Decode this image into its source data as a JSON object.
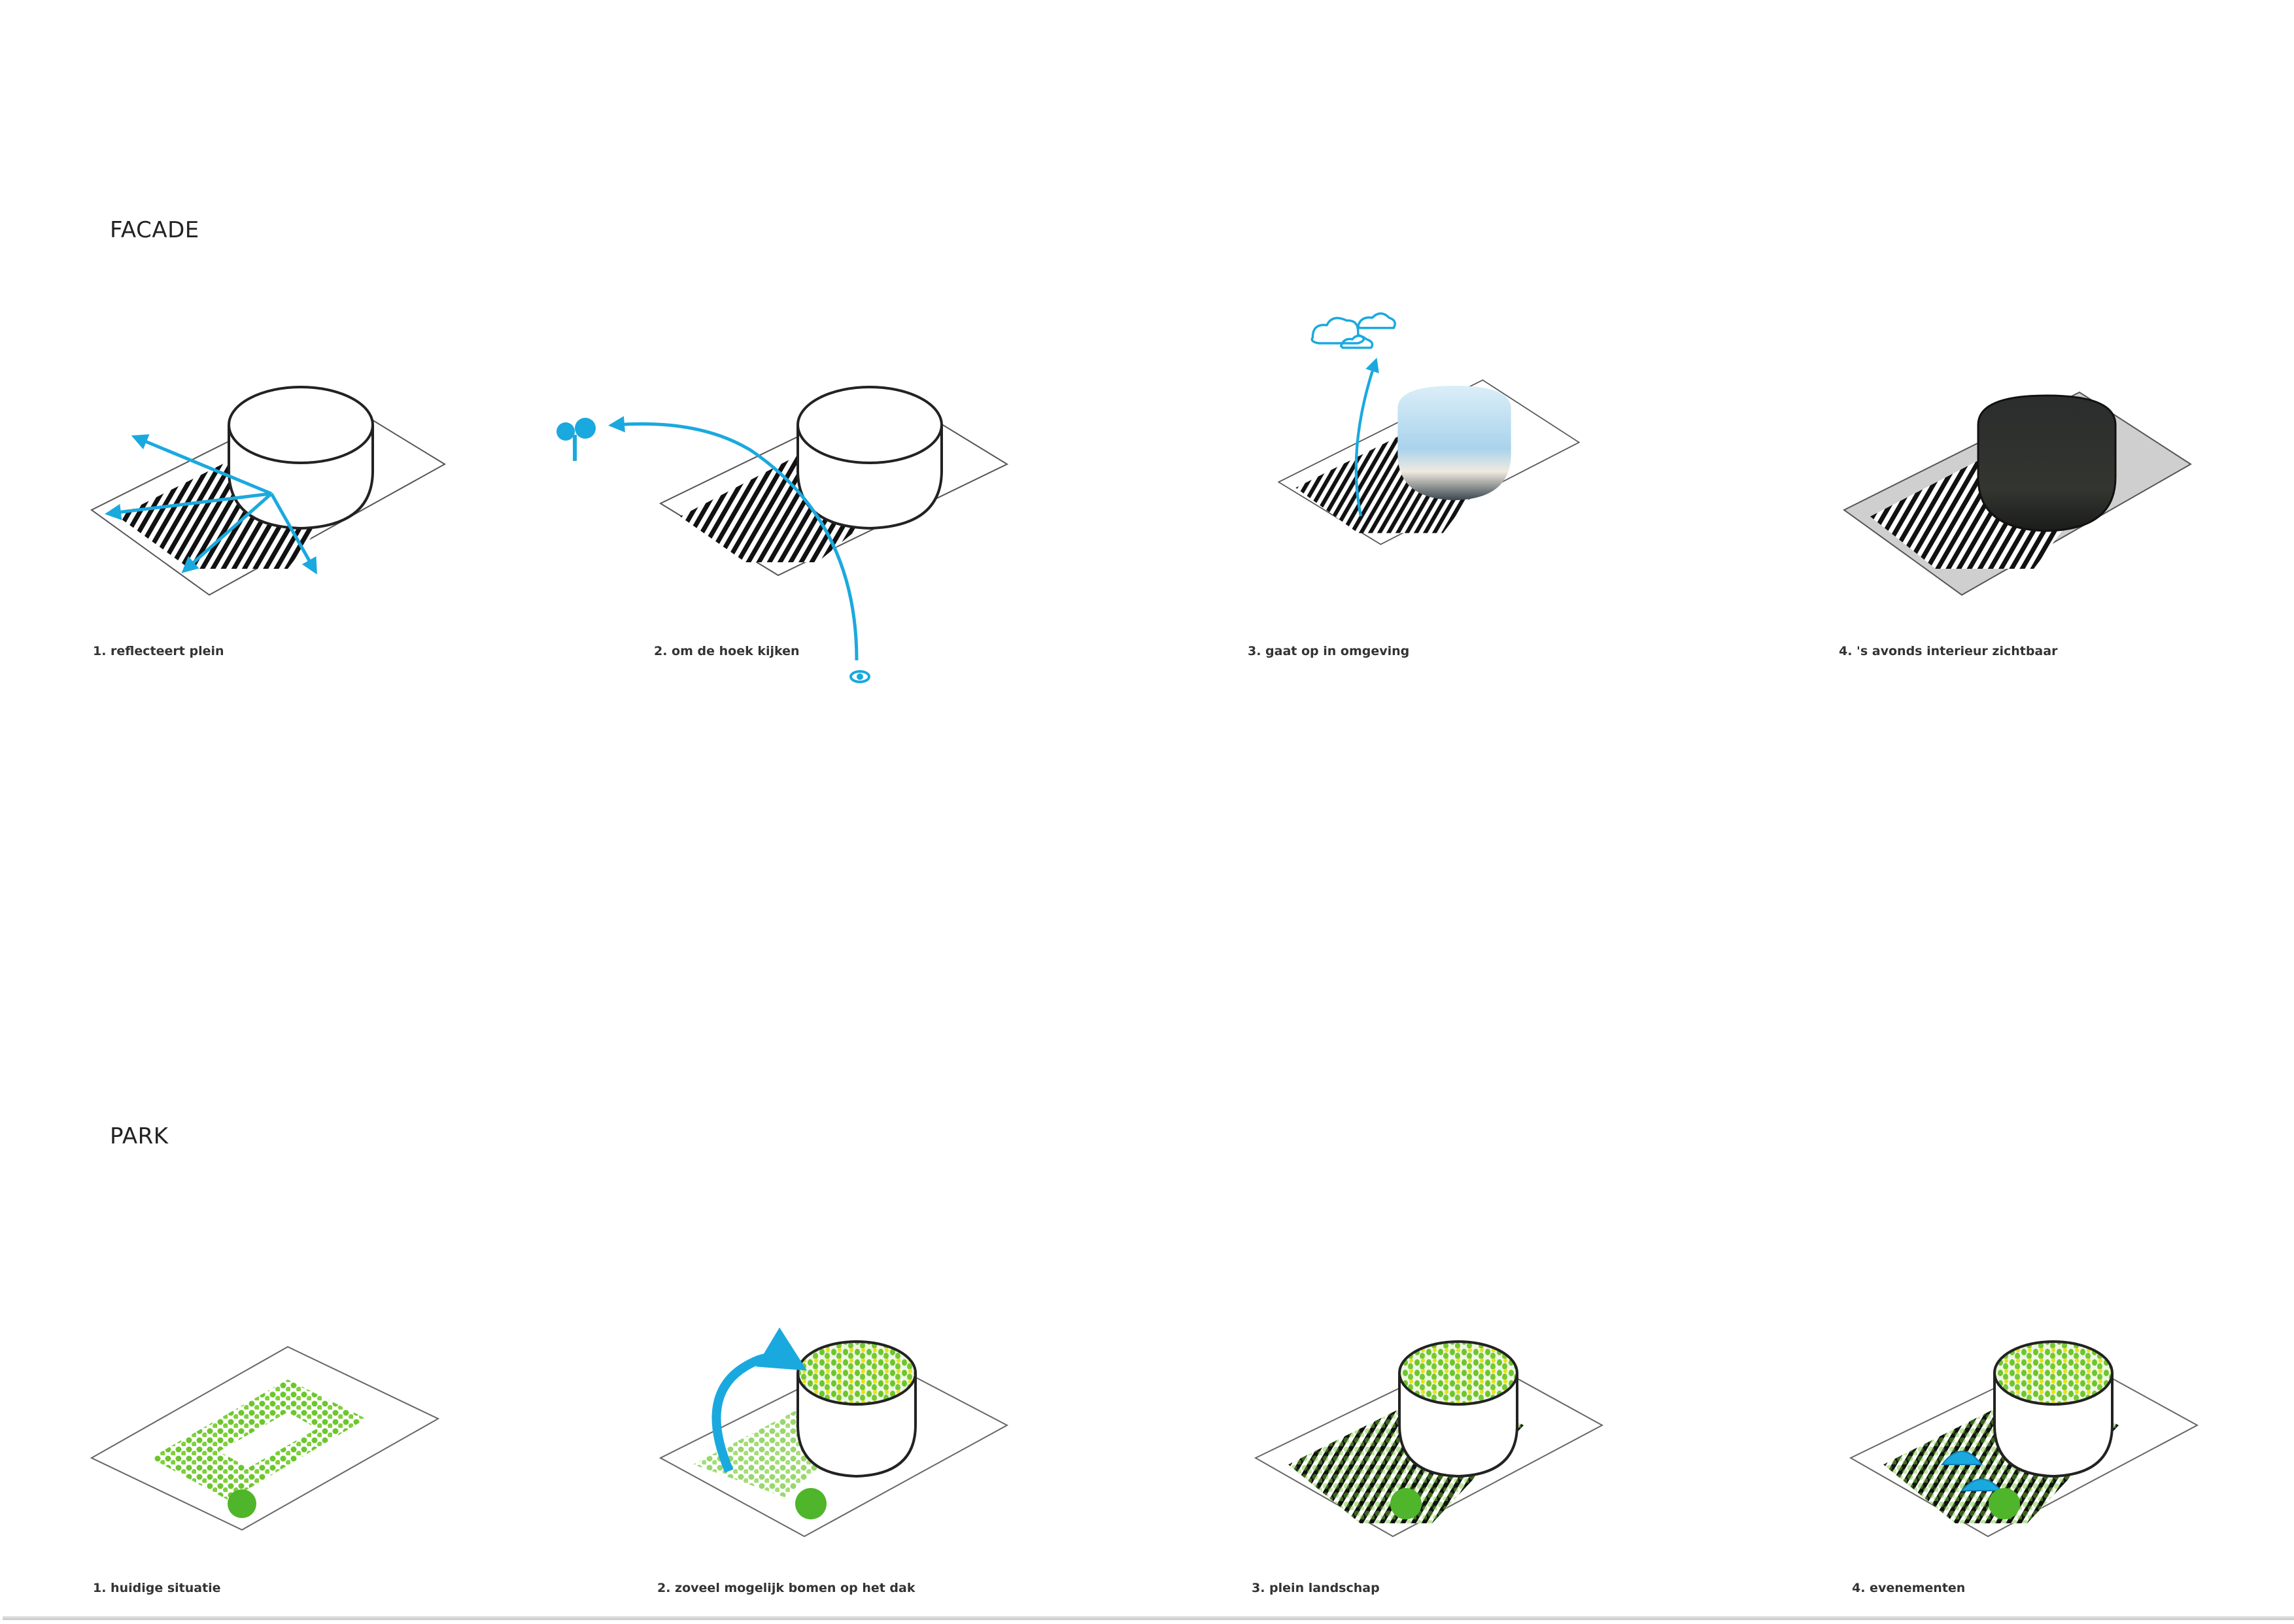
{
  "colors": {
    "accent_blue": "#1aa9df",
    "tree_green": "#6cc62e",
    "tree_yellow": "#e6e21a",
    "stripe_black": "#111111",
    "night_dark": "#2a2c2c",
    "plaza_gray": "#cfcfcf"
  },
  "sections": [
    {
      "title": "FACADE",
      "panels": [
        {
          "caption": "1. reflecteert plein",
          "icons": [
            "reflection-arrows"
          ]
        },
        {
          "caption": "2. om de hoek kijken",
          "icons": [
            "tree-icon",
            "curved-arrow",
            "eye-icon"
          ]
        },
        {
          "caption": "3. gaat op in omgeving",
          "icons": [
            "cloud-icon",
            "upward-arrow",
            "sky-reflection"
          ]
        },
        {
          "caption": "4. 's avonds interieur zichtbaar",
          "icons": [
            "night-interior"
          ]
        }
      ]
    },
    {
      "title": "PARK",
      "panels": [
        {
          "caption": "1. huidige situatie",
          "icons": [
            "tree-grid"
          ]
        },
        {
          "caption": "2. zoveel mogelijk bomen op het dak",
          "icons": [
            "curved-arrow",
            "roof-trees"
          ]
        },
        {
          "caption": "3. plein landschap",
          "icons": [
            "roof-trees",
            "plaza-trees"
          ]
        },
        {
          "caption": "4. evenementen",
          "icons": [
            "roof-trees",
            "event-tents"
          ]
        }
      ]
    }
  ]
}
